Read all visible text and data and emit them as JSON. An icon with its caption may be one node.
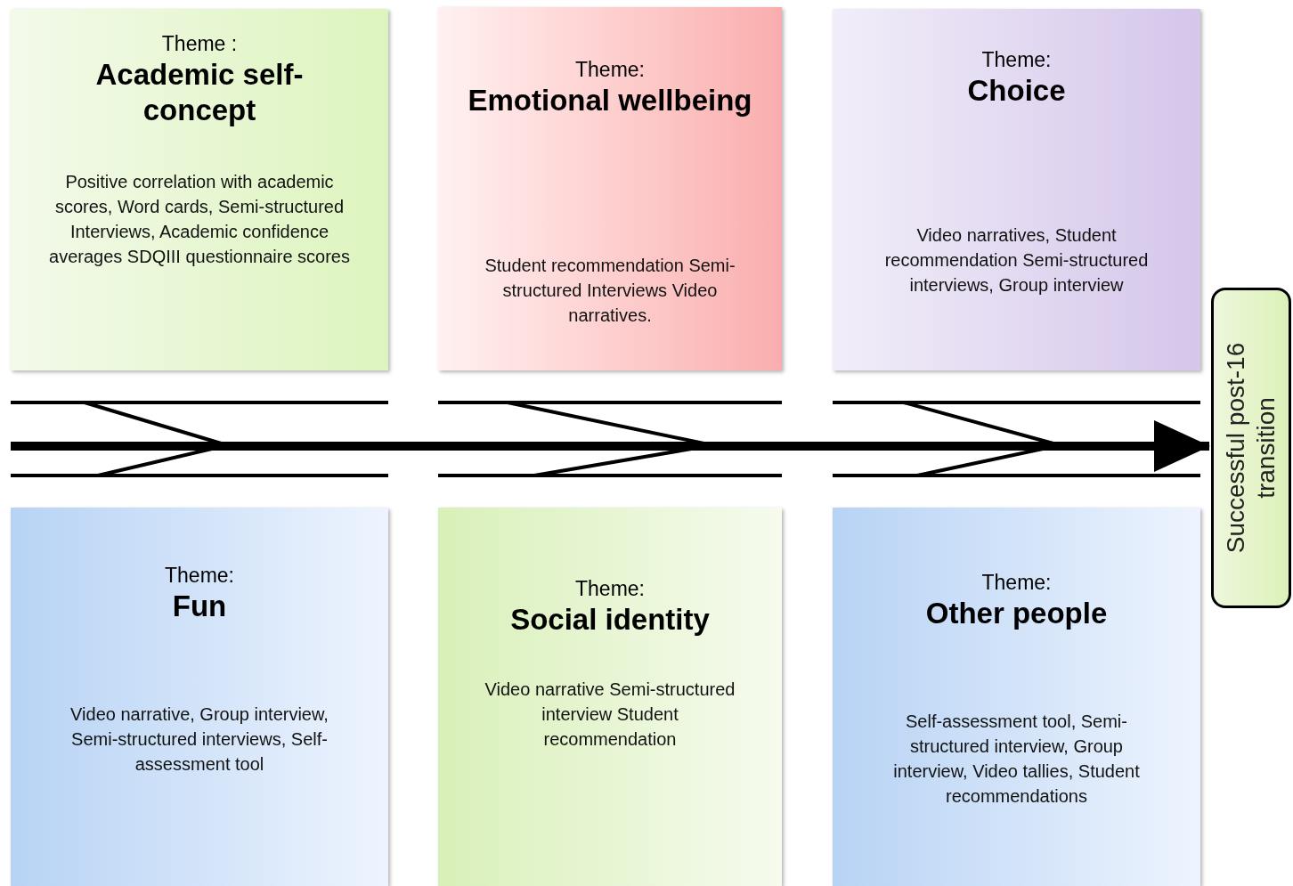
{
  "diagram": {
    "nodes": [
      {
        "text": [
          "Theme :",
          "Academic self-concept",
          "Positive correlation with academic scores, Word cards, Semi-structured Interviews, Academic confidence averages SDQIII questionnaire scores"
        ]
      },
      {
        "text": [
          "Theme:",
          "Emotional wellbeing",
          "Student recommendation Semi- structured Interviews Video narratives."
        ]
      },
      {
        "text": [
          "Theme:",
          "Choice",
          "Video narratives, Student recommendation Semi-structured interviews, Group interview"
        ]
      },
      {
        "text": [
          "Theme:",
          "Fun",
          "Video narrative, Group interview, Semi-structured interviews, Self-assessment tool"
        ]
      },
      {
        "text": [
          "Theme:",
          "Social identity",
          "Video narrative Semi-structured interview Student recommendation"
        ]
      },
      {
        "text": [
          "Theme:",
          "Other people",
          "Self-assessment tool, Semi-structured interview, Group interview, Video tallies, Student recommendations"
        ]
      },
      {
        "text": [
          "Successful post-16 transition"
        ]
      }
    ],
    "edges": [
      {
        "from": null,
        "to": 6,
        "arrow": "to"
      }
    ]
  }
}
